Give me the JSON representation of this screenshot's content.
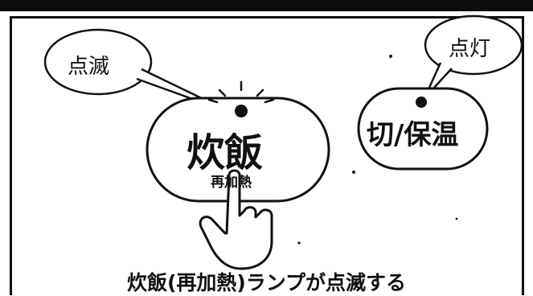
{
  "callouts": {
    "blinking": "点滅",
    "lit": "点灯"
  },
  "cook_button": {
    "label": "炊飯",
    "sub_label": "再加熱"
  },
  "keep_warm_button": {
    "label": "切/保温"
  },
  "caption": "炊飯(再加熱)ランプが点滅する"
}
